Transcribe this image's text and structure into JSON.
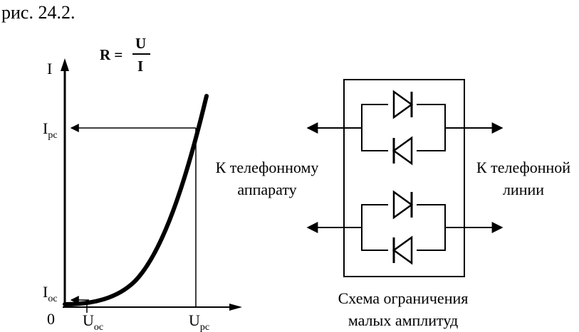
{
  "figure": {
    "caption": "рис. 24.2."
  },
  "formula": {
    "lhs": "R =",
    "numerator": "U",
    "denominator": "I"
  },
  "graph": {
    "y_axis_label": "I",
    "origin_label": "0",
    "i_pc": {
      "main": "I",
      "sub": "pc"
    },
    "i_oc": {
      "main": "I",
      "sub": "oc"
    },
    "u_oc": {
      "main": "U",
      "sub": "oc"
    },
    "u_pc": {
      "main": "U",
      "sub": "pc"
    }
  },
  "circuit": {
    "left_label_line1": "К телефонному",
    "left_label_line2": "аппарату",
    "right_label_line1": "К телефонной",
    "right_label_line2": "линии",
    "caption_line1": "Схема ограничения",
    "caption_line2": "малых амплитуд"
  }
}
